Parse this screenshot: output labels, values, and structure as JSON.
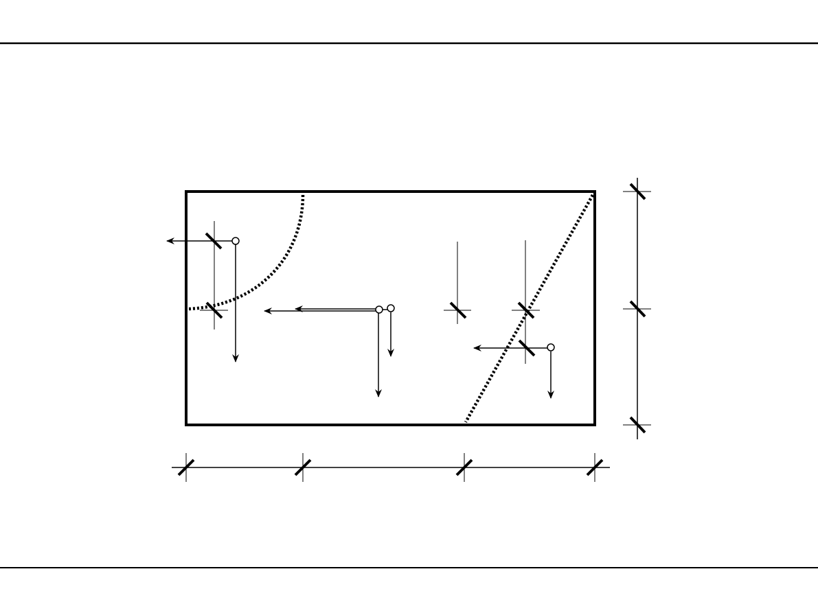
{
  "drawing": {
    "elements": {
      "page_rule": "horizontal-page-rule",
      "plate": "rectangular-panel-outline",
      "curved_boundary": "dotted-curved-boundary-line",
      "straight_boundary": "dotted-diagonal-boundary-line",
      "arrows": "force-arrow",
      "points": "load-point-marker",
      "ticks": "dimension-tick-mark"
    },
    "colors": {
      "line": "#000000",
      "background": "#ffffff"
    }
  }
}
